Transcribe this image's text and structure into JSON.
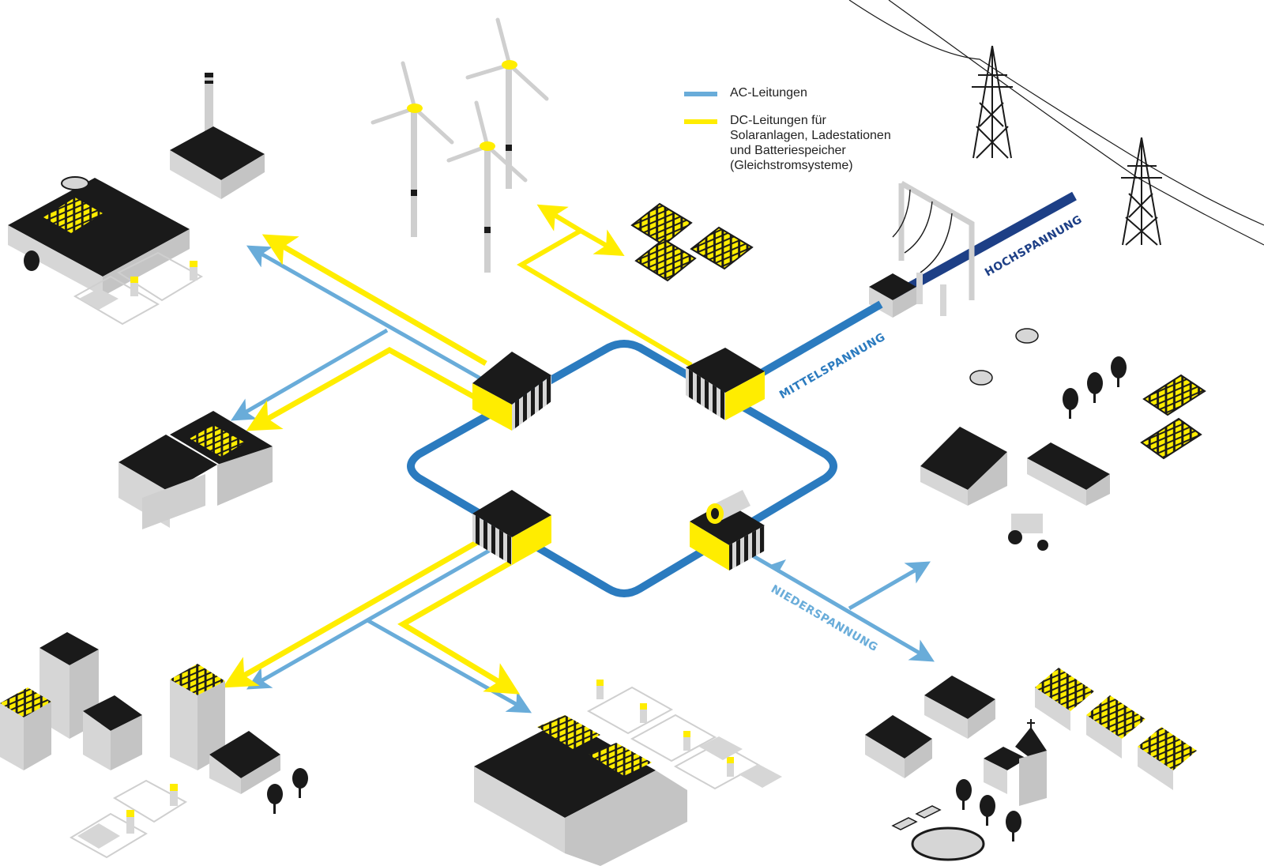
{
  "colors": {
    "ac_line": "#69acd9",
    "dc_line": "#ffed00",
    "medium_voltage": "#2b7bbf",
    "high_voltage": "#1d3f86",
    "building_roof": "#1a1a1a",
    "building_wall": "#d6d6d6",
    "solar": "#ffed00"
  },
  "legend": {
    "items": [
      {
        "label": "AC-Leitungen",
        "color_key": "ac_line"
      },
      {
        "label_lines": [
          "DC-Leitungen für",
          "Solaranlagen, Ladestationen",
          "und Batteriespeicher",
          "(Gleichstromsysteme)"
        ],
        "color_key": "dc_line"
      }
    ]
  },
  "grid_labels": {
    "high_voltage": "HOCHSPANNUNG",
    "medium_voltage": "MITTELSPANNUNG",
    "low_voltage": "NIEDERSPANNUNG"
  },
  "nodes": [
    {
      "id": "substation-top-left",
      "type": "transformer-station",
      "position": "top-left of ring"
    },
    {
      "id": "substation-top-right",
      "type": "transformer-station",
      "position": "top-right of ring"
    },
    {
      "id": "substation-bottom-left",
      "type": "transformer-station",
      "position": "bottom-left of ring"
    },
    {
      "id": "substation-bottom-right",
      "type": "transformer-station-with-battery",
      "position": "bottom-right of ring"
    }
  ],
  "scene_elements": [
    "industrial-factory-with-solar-roof",
    "power-plant-with-chimney",
    "ev-charging-stations-factory",
    "wind-turbines-3",
    "solar-park-3-panels",
    "high-voltage-pylons-2",
    "substation-transformer",
    "farm-with-cows-house-barn-tractor",
    "farm-solar-panels-2",
    "office-building-with-solar-roof",
    "city-buildings-with-solar-roofs",
    "residential-house-with-trees",
    "ev-charging-stations-city",
    "shopping-center-with-solar-roof",
    "ev-charging-stations-mall-4",
    "village-houses-with-solar-roofs",
    "village-church",
    "village-pond-with-benches"
  ]
}
